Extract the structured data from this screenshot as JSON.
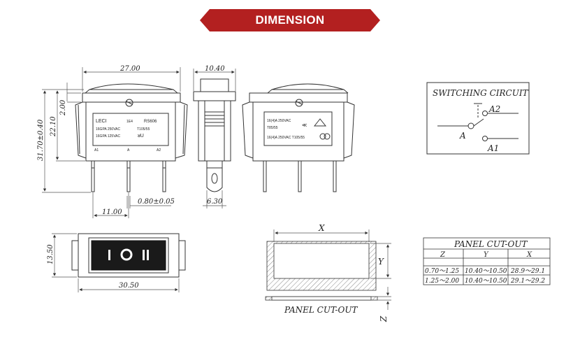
{
  "banner": {
    "title": "DIMENSION",
    "color": "#b32020"
  },
  "front_view": {
    "width": "27.00",
    "height_total": "31.70±0.40",
    "height_body": "22.10",
    "offset": "2.00",
    "terminal_width": "0.80±0.05",
    "pitch": "11.00",
    "label": {
      "line1_left": "LECI",
      "line1_mid": "1E4",
      "line1_right": "RS606",
      "line2_left": "16GPA 250VAC",
      "line2_right": "T105/55",
      "line3_left": "16GPA 125VAC",
      "terminals": [
        "A1",
        "A",
        "A2"
      ]
    }
  },
  "side_view": {
    "width": "10.40",
    "terminal": "6.30"
  },
  "rear_view": {
    "label": {
      "line1": "16(4)A 250VAC",
      "line2": "T85/55",
      "line3": "16(4)A 250VAC T105/55"
    }
  },
  "top_view": {
    "width": "30.50",
    "height": "13.50",
    "rocker_symbols": "I O II"
  },
  "switching_circuit": {
    "title": "SWITCHING CIRCUIT",
    "pins": [
      "A2",
      "A",
      "A1"
    ]
  },
  "panel_drawing": {
    "x_label": "X",
    "y_label": "Y",
    "z_label": "Z",
    "caption": "PANEL CUT-OUT"
  },
  "cutout_table": {
    "title": "PANEL CUT-OUT",
    "headers": [
      "Z",
      "Y",
      "X"
    ],
    "rows": [
      [
        "0.70～1.25",
        "10.40～10.50",
        "28.9～29.1"
      ],
      [
        "1.25～2.00",
        "10.40～10.50",
        "29.1～29.2"
      ]
    ]
  }
}
